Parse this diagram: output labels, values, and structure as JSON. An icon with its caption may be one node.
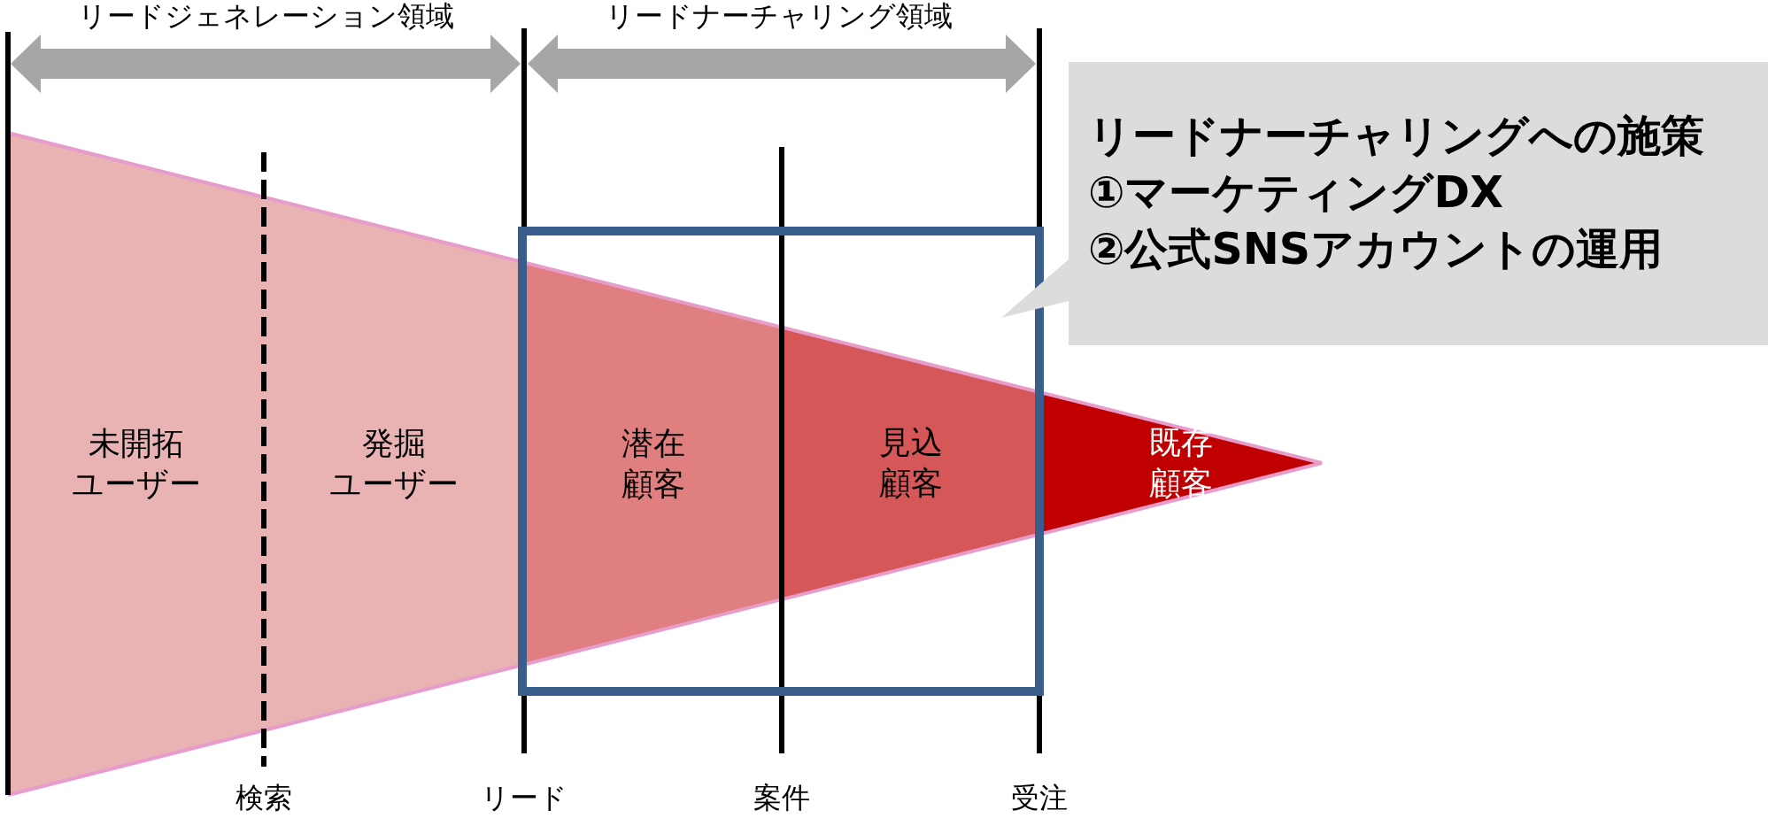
{
  "diagram": {
    "nodes": [
      {
        "text": [
          "未開拓ユーザー"
        ]
      },
      {
        "text": [
          "発掘ユーザー"
        ]
      },
      {
        "text": [
          "潜在顧客"
        ]
      },
      {
        "text": [
          "見込顧客"
        ]
      },
      {
        "text": [
          "既存顧客"
        ]
      },
      {
        "text": [
          "リードナーチャリングへの施策",
          "①マーケティングDX",
          "②公式SNSアカウントの運用"
        ]
      }
    ],
    "labels": [
      "リードジェネレーション領域",
      "リードナーチャリング領域",
      "検索",
      "リード",
      "案件",
      "受注"
    ]
  }
}
